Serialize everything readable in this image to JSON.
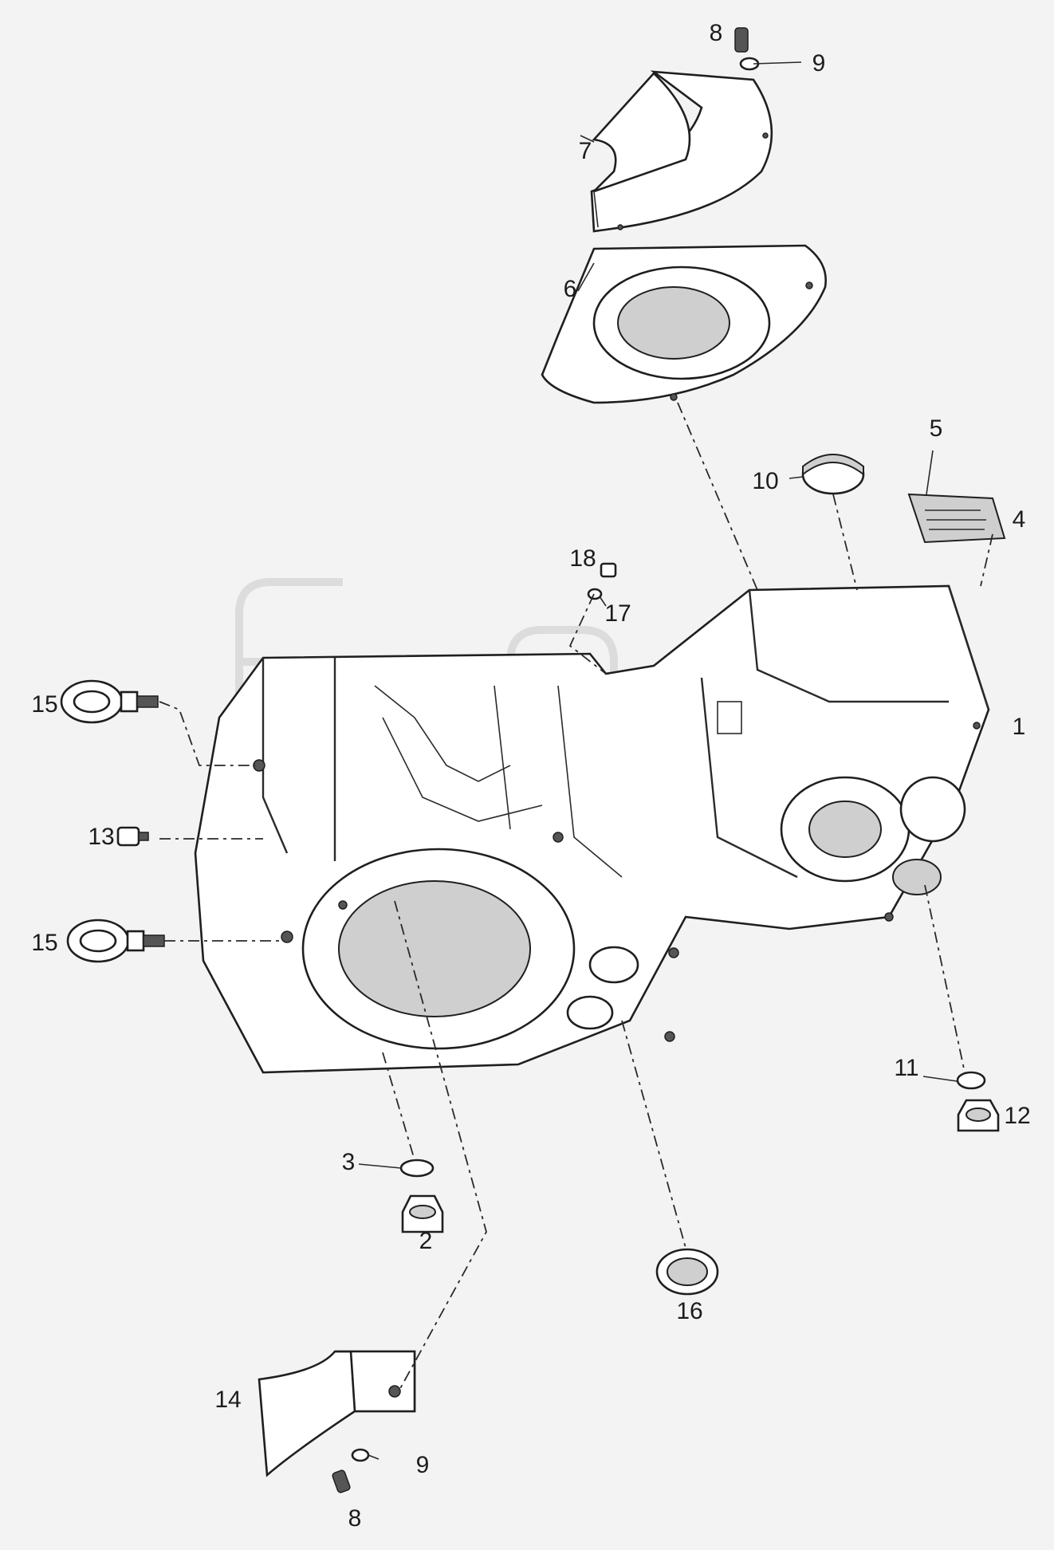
{
  "watermark": {
    "text": "TM"
  },
  "callouts": [
    {
      "id": "c1",
      "text": "1"
    },
    {
      "id": "c2",
      "text": "2"
    },
    {
      "id": "c3",
      "text": "3"
    },
    {
      "id": "c4",
      "text": "4"
    },
    {
      "id": "c5",
      "text": "5"
    },
    {
      "id": "c6",
      "text": "6"
    },
    {
      "id": "c7",
      "text": "7"
    },
    {
      "id": "c8a",
      "text": "8"
    },
    {
      "id": "c8b",
      "text": "8"
    },
    {
      "id": "c9a",
      "text": "9"
    },
    {
      "id": "c9b",
      "text": "9"
    },
    {
      "id": "c10",
      "text": "10"
    },
    {
      "id": "c11",
      "text": "11"
    },
    {
      "id": "c12",
      "text": "12"
    },
    {
      "id": "c13",
      "text": "13"
    },
    {
      "id": "c14",
      "text": "14"
    },
    {
      "id": "c15a",
      "text": "15"
    },
    {
      "id": "c15b",
      "text": "15"
    },
    {
      "id": "c16",
      "text": "16"
    },
    {
      "id": "c17",
      "text": "17"
    },
    {
      "id": "c18",
      "text": "18"
    }
  ]
}
